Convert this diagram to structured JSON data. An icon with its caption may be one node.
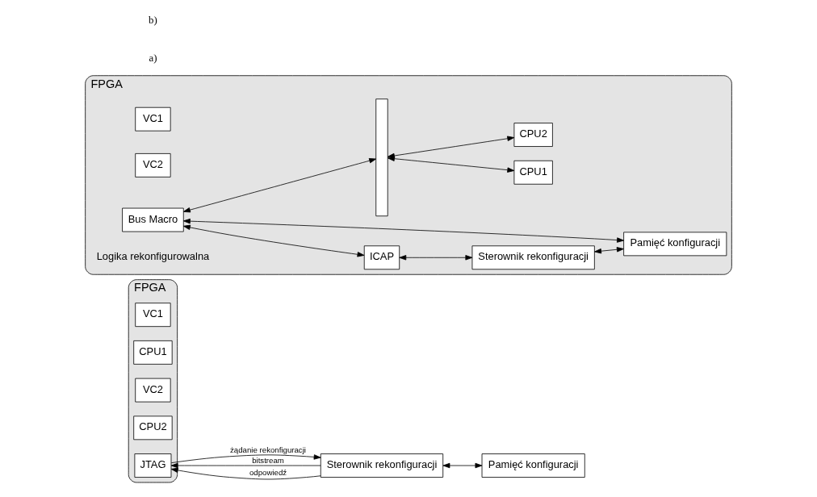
{
  "diagram": {
    "nodes": [
      {
        "text": [
          "FPGA"
        ]
      },
      {
        "text": [
          "VC1"
        ],
        "in": 0
      },
      {
        "text": [
          "CPU1"
        ],
        "in": 0
      },
      {
        "text": [
          "VC2"
        ],
        "in": 0
      },
      {
        "text": [
          "CPU2"
        ],
        "in": 0
      },
      {
        "text": [
          "JTAG"
        ],
        "in": 0
      },
      {
        "text": [
          "Sterownik rekonfiguracji"
        ]
      },
      {
        "text": [
          "Pamięć konfiguracji"
        ]
      },
      {
        "text": [
          "FPGA",
          "Logika rekonfigurowalna"
        ]
      },
      {
        "text": [
          "VC1"
        ],
        "in": 8
      },
      {
        "text": [
          "VC2"
        ],
        "in": 8
      },
      {
        "text": [
          "Bus Macro"
        ],
        "in": 8
      },
      {
        "text": [
          "ICAP"
        ],
        "in": 8
      },
      {
        "text": [
          "Sterownik rekonfiguracji"
        ],
        "in": 8
      },
      {
        "text": [
          "Pamięć konfiguracji"
        ],
        "in": 8
      },
      {
        "text": [],
        "shape": "bar",
        "in": 8
      },
      {
        "text": [
          "CPU1"
        ],
        "in": 8
      },
      {
        "text": [
          "CPU2"
        ],
        "in": 8
      }
    ],
    "edges": [
      {
        "from": 6,
        "to": 5,
        "arrow": "to",
        "label": "bitstream"
      },
      {
        "from": 6,
        "to": 5,
        "arrow": "to",
        "label": "odpowiedź"
      },
      {
        "from": 5,
        "to": 6,
        "arrow": "to",
        "label": "żądanie rekonfiguracji"
      },
      {
        "from": 6,
        "to": 7,
        "arrow": "both"
      },
      {
        "from": 11,
        "to": 15,
        "arrow": "both"
      },
      {
        "from": 11,
        "to": 12,
        "arrow": "both"
      },
      {
        "from": 12,
        "to": 13,
        "arrow": "both"
      },
      {
        "from": 13,
        "to": 14,
        "arrow": "both"
      },
      {
        "from": 11,
        "to": 14,
        "arrow": "both"
      },
      {
        "from": 15,
        "to": 16,
        "arrow": "both"
      },
      {
        "from": 15,
        "to": 17,
        "arrow": "both"
      }
    ],
    "labels": [
      "a)",
      "b)"
    ]
  }
}
